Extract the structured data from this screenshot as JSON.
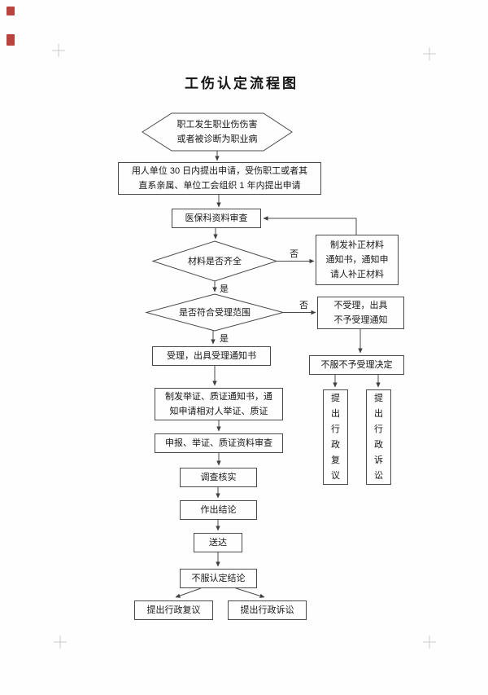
{
  "title": "工伤认定流程图",
  "nodes": {
    "start": "职工发生职业伤伤害\n或者被诊断为职业病",
    "apply": "用人单位 30 日内提出申请，受伤职工或者其\n直系亲属、单位工会组织 1 年内提出申请",
    "review": "医保科资料审查",
    "materials_complete": "材料是否齐全",
    "correction": "制发补正材料\n通知书，通知申\n请人补正材料",
    "scope": "是否符合受理范围",
    "reject": "不受理，出具\n不予受理通知",
    "reject_dissent": "不服不予受理决定",
    "reject_reconsideration": "提\n出\n行\n政\n复\n议",
    "reject_litigation": "提\n出\n行\n政\n诉\n讼",
    "accept": "受理，出具受理通知书",
    "evidence_notice": "制发举证、质证通知书，通\n知申请相对人举证、质证",
    "evidence_review": "申报、举证、质证资料审查",
    "investigate": "调查核实",
    "conclude": "作出结论",
    "deliver": "送达",
    "dissent": "不服认定结论",
    "reconsideration": "提出行政复议",
    "litigation": "提出行政诉讼"
  },
  "labels": {
    "no": "否",
    "yes": "是"
  },
  "colors": {
    "line": "#4a4a4a",
    "text": "#161616"
  },
  "icons": {
    "seal_top": "red-seal-icon",
    "seal_bottom": "red-seal-icon"
  }
}
